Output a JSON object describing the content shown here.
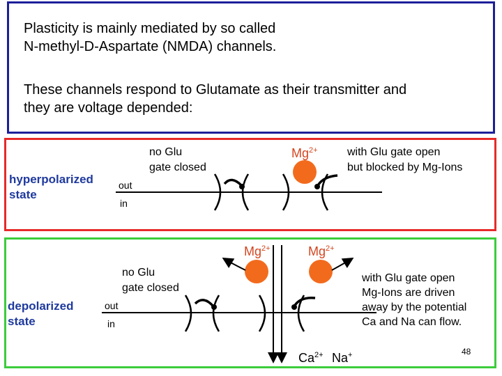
{
  "intro": {
    "line1": "Plasticity is mainly mediated by so called",
    "line2": "N-methyl-D-Aspartate (NMDA) channels.",
    "line3": "These channels respond to Glutamate as their transmitter and",
    "line4": "they are voltage depended:"
  },
  "hyper": {
    "state_line1": "hyperpolarized",
    "state_line2": "state",
    "out": "out",
    "in": "in",
    "left_line1": "no Glu",
    "left_line2": "gate closed",
    "mg": "Mg",
    "mg_charge": "2+",
    "right_line1": "with Glu gate open",
    "right_line2": "but blocked by Mg-Ions"
  },
  "depol": {
    "state_line1": "depolarized",
    "state_line2": "state",
    "out": "out",
    "in": "in",
    "left_line1": "no Glu",
    "left_line2": "gate closed",
    "mg_left": "Mg",
    "mg_left_charge": "2+",
    "mg_right": "Mg",
    "mg_right_charge": "2+",
    "right_line1": "with Glu gate open",
    "right_line2": "Mg-Ions are driven",
    "right_line3": "away by the potential",
    "right_line4": "Ca and Na can flow.",
    "ca": "Ca",
    "ca_charge": "2+",
    "na": "Na",
    "na_charge": "+"
  },
  "page_number": "48",
  "colors": {
    "text_box_border": "#1c1f9a",
    "hyper_border": "#e62a2a",
    "depol_border": "#3ccc3c",
    "state_label": "#1f3a9e",
    "mg_ion": "#f26b1d",
    "mg_label": "#d3451f"
  }
}
